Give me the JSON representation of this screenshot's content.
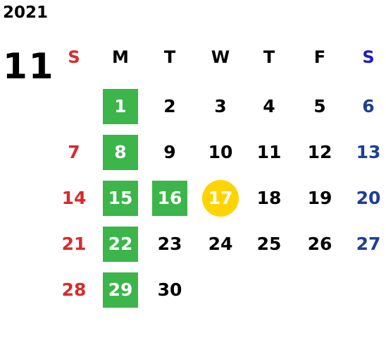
{
  "year": "2021",
  "month": "11",
  "weekday_headers": [
    "S",
    "M",
    "T",
    "W",
    "T",
    "F",
    "S"
  ],
  "weeks": [
    [
      "",
      "1",
      "2",
      "3",
      "4",
      "5",
      "6"
    ],
    [
      "7",
      "8",
      "9",
      "10",
      "11",
      "12",
      "13"
    ],
    [
      "14",
      "15",
      "16",
      "17",
      "18",
      "19",
      "20"
    ],
    [
      "21",
      "22",
      "23",
      "24",
      "25",
      "26",
      "27"
    ],
    [
      "28",
      "29",
      "30",
      "",
      "",
      "",
      ""
    ]
  ],
  "highlighted_days": [
    "1",
    "8",
    "15",
    "16",
    "22",
    "29"
  ],
  "today": "17",
  "colors": {
    "sunday": "#d92a2a",
    "saturday": "#1f3f96",
    "saturday_header": "#1a1ad6",
    "highlight": "#3cb54a",
    "today": "#ffd400"
  }
}
